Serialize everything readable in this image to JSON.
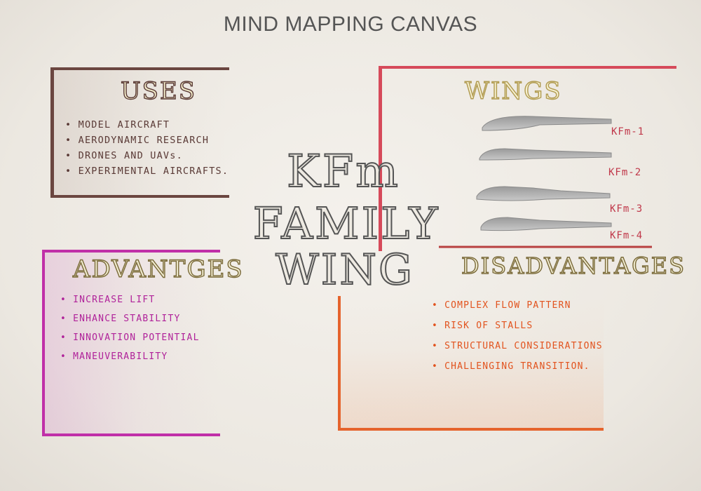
{
  "title": "MIND MAPPING CANVAS",
  "center": {
    "line1": "KFm",
    "line2": "FAMILY",
    "line3": "WING"
  },
  "uses": {
    "heading": "USES",
    "items": [
      "MODEL AIRCRAFT",
      "AERODYNAMIC RESEARCH",
      "DRONES AND UAVs.",
      "EXPERIMENTAL AIRCRAFTS."
    ]
  },
  "wings": {
    "heading": "WINGS",
    "labels": [
      "KFm-1",
      "KFm-2",
      "KFm-3",
      "KFm-4"
    ]
  },
  "advantages": {
    "heading": "ADVANTGES",
    "items": [
      "INCREASE LIFT",
      "ENHANCE STABILITY",
      "INNOVATION POTENTIAL",
      "MANEUVERABILITY"
    ]
  },
  "disadvantages": {
    "heading": "DISADVANTAGES",
    "items": [
      "COMPLEX FLOW PATTERN",
      "RISK OF STALLS",
      "STRUCTURAL CONSIDERATIONS",
      "CHALLENGING TRANSITION."
    ]
  },
  "colors": {
    "uses_border": "#6b4640",
    "wings_border": "#d64a5a",
    "advantages_border": "#c02fa8",
    "disadvantages_border": "#e5632c"
  }
}
